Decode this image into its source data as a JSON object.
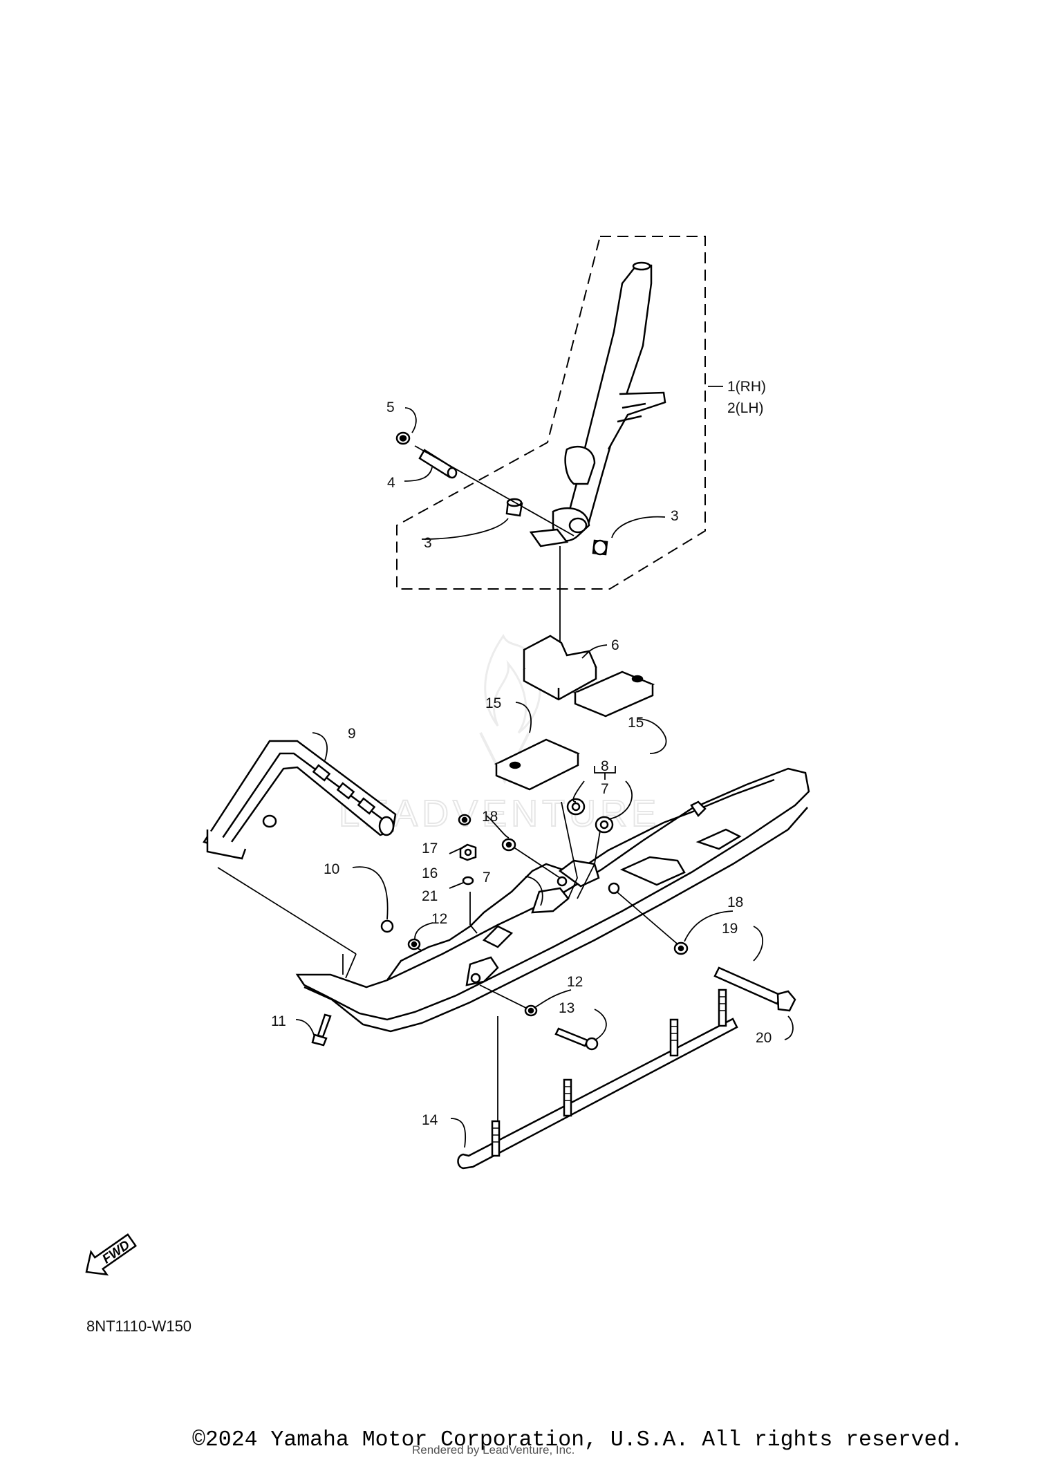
{
  "diagram": {
    "code": "8NT1110-W150",
    "fwd_badge": "FWD",
    "watermark": "LEADVENTURE",
    "callouts": [
      {
        "id": "c1",
        "text": "1(RH)"
      },
      {
        "id": "c2",
        "text": "2(LH)"
      },
      {
        "id": "c5",
        "text": "5"
      },
      {
        "id": "c4",
        "text": "4"
      },
      {
        "id": "c3a",
        "text": "3"
      },
      {
        "id": "c3b",
        "text": "3"
      },
      {
        "id": "c6",
        "text": "6"
      },
      {
        "id": "c15a",
        "text": "15"
      },
      {
        "id": "c15b",
        "text": "15"
      },
      {
        "id": "c9",
        "text": "9"
      },
      {
        "id": "c8",
        "text": "8"
      },
      {
        "id": "c7a",
        "text": "7"
      },
      {
        "id": "c18a",
        "text": "18"
      },
      {
        "id": "c17",
        "text": "17"
      },
      {
        "id": "c16",
        "text": "16"
      },
      {
        "id": "c21",
        "text": "21"
      },
      {
        "id": "c7b",
        "text": "7"
      },
      {
        "id": "c10",
        "text": "10"
      },
      {
        "id": "c12a",
        "text": "12"
      },
      {
        "id": "c18b",
        "text": "18"
      },
      {
        "id": "c19",
        "text": "19"
      },
      {
        "id": "c12b",
        "text": "12"
      },
      {
        "id": "c13",
        "text": "13"
      },
      {
        "id": "c11",
        "text": "11"
      },
      {
        "id": "c20",
        "text": "20"
      },
      {
        "id": "c14",
        "text": "14"
      }
    ]
  },
  "footer": {
    "copyright": "©2024 Yamaha Motor Corporation, U.S.A. All rights reserved.",
    "rendered_by": "Rendered by LeadVenture, Inc."
  }
}
